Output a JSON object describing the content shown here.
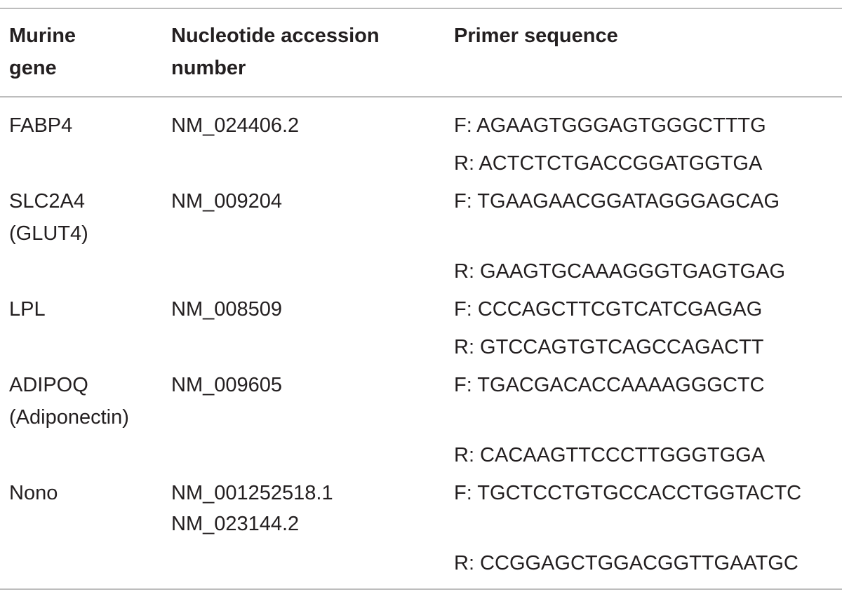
{
  "table": {
    "headers": {
      "gene_line1": "Murine",
      "gene_line2": "gene",
      "accession_line1": "Nucleotide accession",
      "accession_line2": "number",
      "primer": "Primer sequence"
    },
    "rows": [
      {
        "gene": [
          "FABP4"
        ],
        "accession": [
          "NM_024406.2"
        ],
        "forward": "F: AGAAGTGGGAGTGGGCTTTG",
        "reverse": "R: ACTCTCTGACCGGATGGTGA"
      },
      {
        "gene": [
          "SLC2A4",
          "(GLUT4)"
        ],
        "accession": [
          "NM_009204"
        ],
        "forward": "F: TGAAGAACGGATAGGGAGCAG",
        "reverse": "R: GAAGTGCAAAGGGTGAGTGAG"
      },
      {
        "gene": [
          "LPL"
        ],
        "accession": [
          "NM_008509"
        ],
        "forward": "F: CCCAGCTTCGTCATCGAGAG",
        "reverse": "R: GTCCAGTGTCAGCCAGACTT"
      },
      {
        "gene": [
          "ADIPOQ",
          "(Adiponectin)"
        ],
        "accession": [
          "NM_009605"
        ],
        "forward": "F: TGACGACACCAAAAGGGCTC",
        "reverse": "R: CACAAGTTCCCTTGGGTGGA"
      },
      {
        "gene": [
          "Nono"
        ],
        "accession": [
          "NM_001252518.1",
          "NM_023144.2"
        ],
        "forward": "F: TGCTCCTGTGCCACCTGGTACTC",
        "reverse": "R: CCGGAGCTGGACGGTTGAATGC"
      }
    ]
  }
}
